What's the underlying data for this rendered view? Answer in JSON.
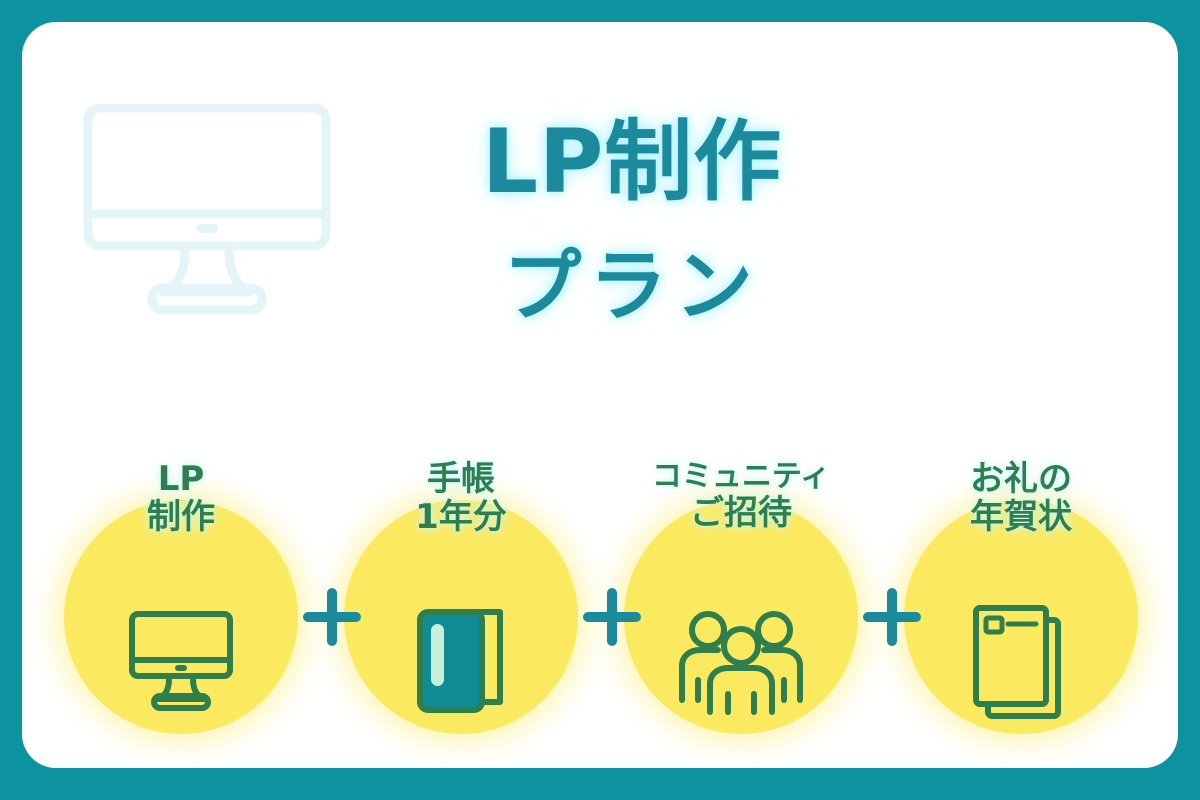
{
  "theme": {
    "border_color": "#0d93a0",
    "card_color": "#ffffff",
    "title_color": "#1a8a9c",
    "title_glow": "#b6f4ff",
    "circle_color": "#fbea5f",
    "label_color": "#2f7f4e",
    "icon_color": "#2f7f4e",
    "icon_fill": "#108c96",
    "plus_color": "#1a8a9c"
  },
  "watermark": {
    "icon": "monitor-icon",
    "color": "#e4f4f8"
  },
  "headline": {
    "line1": "LP制作",
    "line2": "プラン"
  },
  "features": [
    {
      "label_line1": "LP",
      "label_line2": "制作",
      "icon": "monitor-icon"
    },
    {
      "label_line1": "手帳",
      "label_line2": "1年分",
      "icon": "notebook-icon"
    },
    {
      "label_line1": "コミュニティ",
      "label_line2": "ご招待",
      "icon": "people-group-icon"
    },
    {
      "label_line1": "お礼の",
      "label_line2": "年賀状",
      "icon": "postcards-icon"
    }
  ],
  "separators": [
    {
      "symbol": "plus-icon"
    },
    {
      "symbol": "plus-icon"
    },
    {
      "symbol": "plus-icon"
    }
  ]
}
